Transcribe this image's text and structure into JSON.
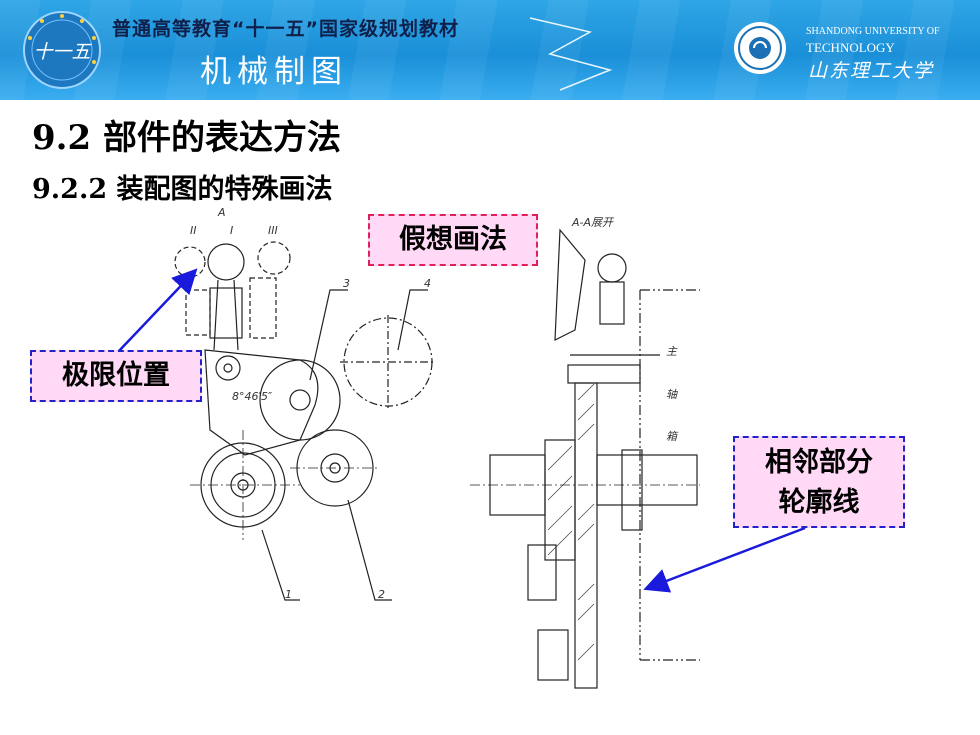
{
  "header": {
    "series_title": "普通高等教育“十一五”国家级规划教材",
    "course_title": "机械制图",
    "left_logo_text": "十一五",
    "university_en_line1": "SHANDONG UNIVERSITY OF",
    "university_en_line2": "TECHNOLOGY",
    "university_cn": "山东理工大学"
  },
  "section": {
    "title": "9.2  部件的表达方法",
    "subtitle": "9.2.2  装配图的特殊画法"
  },
  "callouts": {
    "phantom": "假想画法",
    "limit_position": "极限位置",
    "adjacent_line1": "相邻部分",
    "adjacent_line2": "轮廓线"
  },
  "drawing_labels": {
    "view_a": "A",
    "pos_2": "II",
    "pos_1": "I",
    "pos_3": "III",
    "part_1": "1",
    "part_2": "2",
    "part_3": "3",
    "part_4": "4",
    "angle": "8°46′5″",
    "section_title": "A-A展开",
    "box_char1": "主",
    "box_char2": "轴",
    "box_char3": "箱"
  },
  "colors": {
    "banner": "#1a8fd8",
    "callout_fill": "#ffd9f5",
    "phantom_border": "#e0205a",
    "blue_border": "#2222cc",
    "arrow": "#1a1adc"
  }
}
